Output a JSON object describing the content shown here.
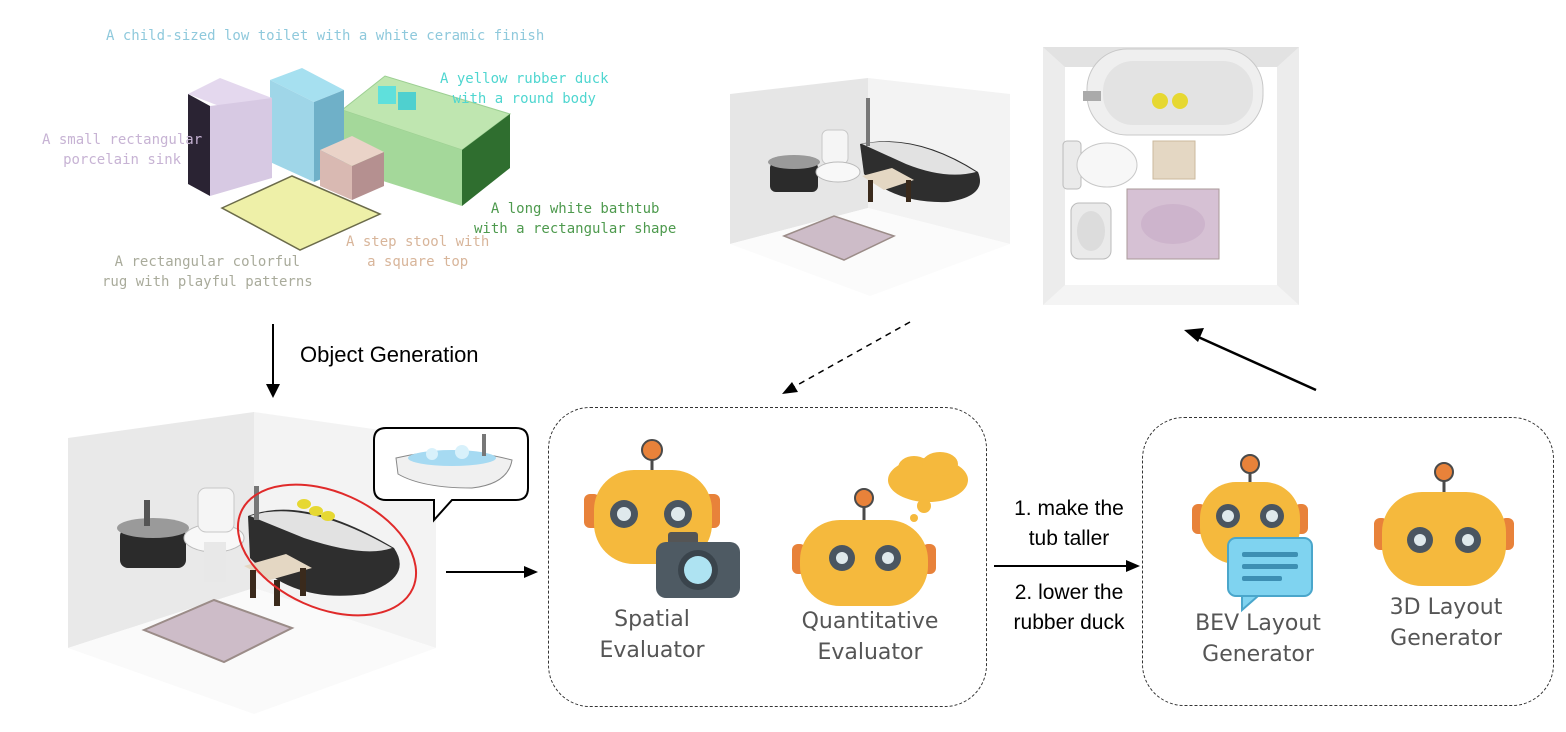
{
  "layout_prompts": {
    "toilet": "A child-sized low toilet with a white ceramic finish",
    "duck_line1": "A yellow rubber duck",
    "duck_line2": "with a round body",
    "sink_line1": "A small rectangular",
    "sink_line2": "porcelain sink",
    "bathtub_line1": "A long white bathtub",
    "bathtub_line2": "with a rectangular shape",
    "stool_line1": "A step stool with",
    "stool_line2": "a square top",
    "rug_line1": "A rectangular colorful",
    "rug_line2": "rug with playful patterns"
  },
  "colors": {
    "toilet": "#8fc9dc",
    "duck": "#4fd6d0",
    "sink": "#c7b3d4",
    "bathtub": "#4e9a4e",
    "stool": "#d8b59a",
    "rug": "#a9ab9b",
    "robot_face": "#f5b93d",
    "robot_ear": "#e8823a",
    "chat_bubble": "#7fd3f0",
    "highlight_ellipse": "#e02a2a"
  },
  "arrows": {
    "object_generation": "Object Generation"
  },
  "feedback": {
    "line1a": "1. make the",
    "line1b": "tub taller",
    "line2a": "2. lower the",
    "line2b": "rubber duck"
  },
  "evaluators": {
    "spatial_line1": "Spatial",
    "spatial_line2": "Evaluator",
    "quant_line1": "Quantitative",
    "quant_line2": "Evaluator",
    "spatial_icon": "camera-icon",
    "quant_icon": "thought-cloud-icon"
  },
  "generators": {
    "bev_line1": "BEV Layout",
    "bev_line2": "Generator",
    "layout3d_line1": "3D Layout",
    "layout3d_line2": "Generator",
    "bev_icon": "chat-bubble-icon"
  }
}
